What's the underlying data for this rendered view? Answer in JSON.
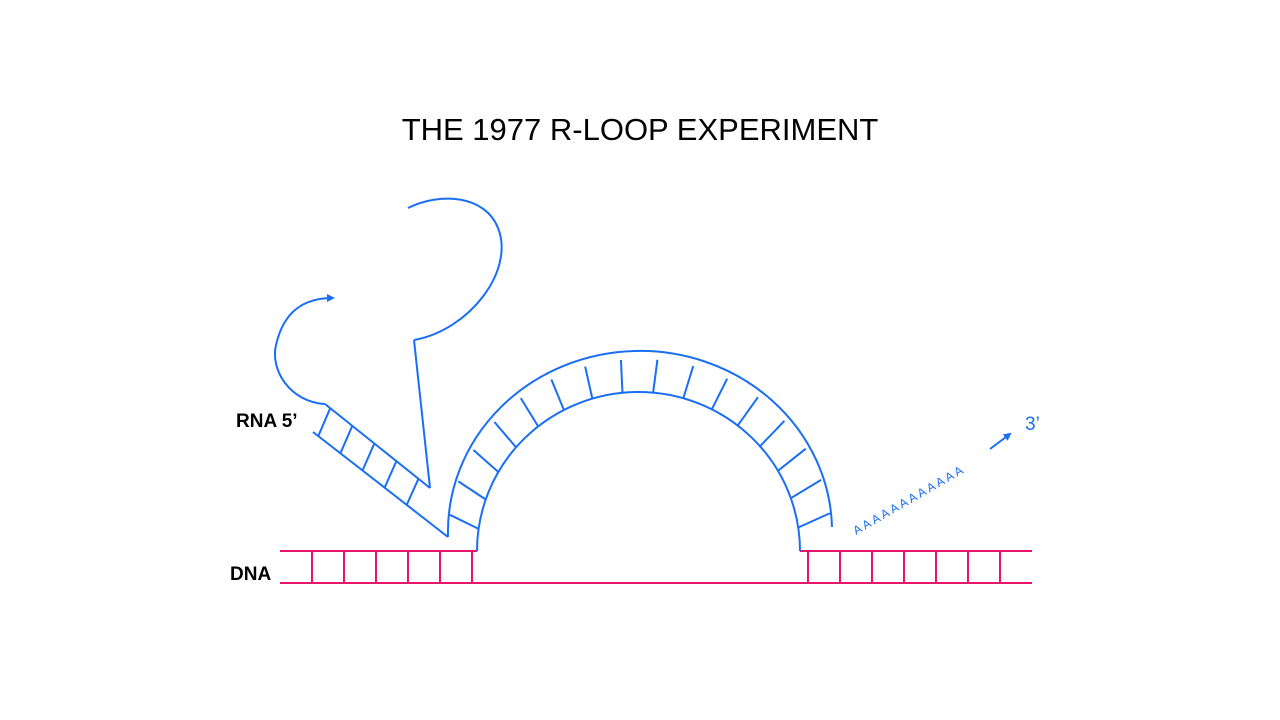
{
  "title": "THE 1977 R-LOOP EXPERIMENT",
  "labels": {
    "rna": "RNA 5’",
    "dna": "DNA",
    "three_prime": "3’",
    "poly_a": "AAAAAAAAAAAA"
  },
  "colors": {
    "rna": "#1a6ef5",
    "dna": "#e8166b"
  }
}
